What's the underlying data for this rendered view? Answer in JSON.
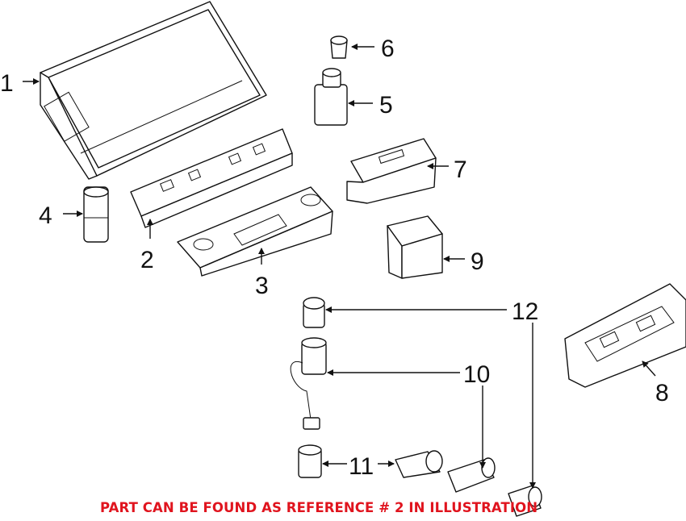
{
  "diagram": {
    "callouts": [
      {
        "id": "1",
        "label": "1"
      },
      {
        "id": "2",
        "label": "2"
      },
      {
        "id": "3",
        "label": "3"
      },
      {
        "id": "4",
        "label": "4"
      },
      {
        "id": "5",
        "label": "5"
      },
      {
        "id": "6",
        "label": "6"
      },
      {
        "id": "7",
        "label": "7"
      },
      {
        "id": "8",
        "label": "8"
      },
      {
        "id": "9",
        "label": "9"
      },
      {
        "id": "10",
        "label": "10"
      },
      {
        "id": "11",
        "label": "11"
      },
      {
        "id": "12",
        "label": "12"
      }
    ],
    "note": "PART CAN BE FOUND AS REFERENCE # 2 IN ILLUSTRATION",
    "note_color": "#e0141e"
  }
}
